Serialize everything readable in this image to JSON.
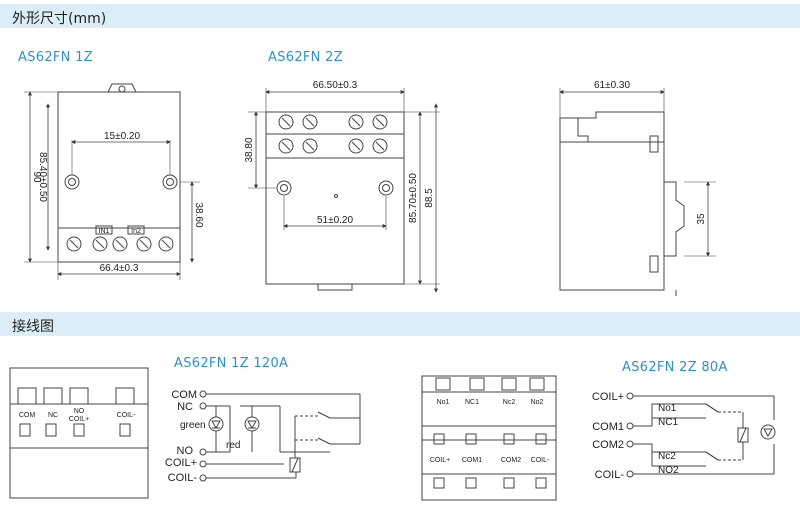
{
  "sections": {
    "dimensions": "外形尺寸(mm)",
    "wiring": "接线图"
  },
  "models": {
    "m1": "AS62FN 1Z",
    "m2": "AS62FN 2Z",
    "w1": "AS62FN 1Z 120A",
    "w2": "AS62FN 2Z 80A"
  },
  "dims_1z": {
    "height": "90",
    "height2": "85.40±0.50",
    "hole_spacing": "15±0.20",
    "hole_to_base": "38.60",
    "width": "66.4±0.3",
    "in1": "IN1",
    "in2": "In2"
  },
  "dims_2z": {
    "width": "66.50±0.3",
    "top": "38.80",
    "hole_spacing": "51±0.20",
    "height": "85.70±0.50",
    "height2": "88.5"
  },
  "dims_side": {
    "depth": "61±0.30",
    "rail": "35"
  },
  "wiring_1z": {
    "terminal_labels": [
      "COM",
      "NC",
      "NO",
      "COIL+",
      "COIL-"
    ],
    "pins": [
      "COM",
      "NC",
      "NO",
      "COIL+",
      "COIL-"
    ],
    "led_green": "green",
    "led_red": "red"
  },
  "wiring_2z": {
    "top_labels": [
      "No1",
      "NC1",
      "Nc2",
      "No2"
    ],
    "bottom_labels": [
      "COIL+",
      "COM1",
      "COM2",
      "COIL-"
    ],
    "pins": [
      "COIL+",
      "COM1",
      "COM2",
      "COIL-"
    ],
    "contacts": [
      "No1",
      "NC1",
      "Nc2",
      "NO2"
    ]
  },
  "colors": {
    "band": "#dbeef8",
    "title": "#2f8fcf",
    "line": "#444444"
  }
}
